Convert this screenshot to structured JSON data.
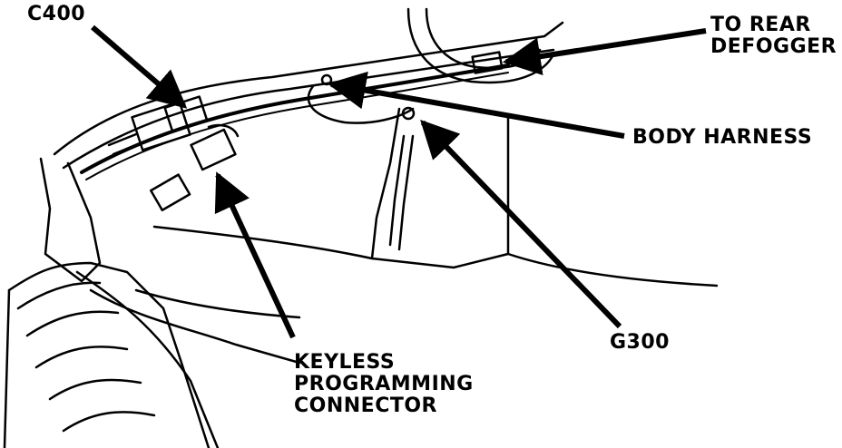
{
  "labels": {
    "c400": "C400",
    "rear_defogger": [
      "TO REAR",
      "DEFOGGER"
    ],
    "body_harness": "BODY HARNESS",
    "g300": "G300",
    "keyless_connector": [
      "KEYLESS",
      "PROGRAMMING",
      "CONNECTOR"
    ]
  },
  "colors": {
    "ink": "#000000",
    "paper": "#ffffff"
  }
}
